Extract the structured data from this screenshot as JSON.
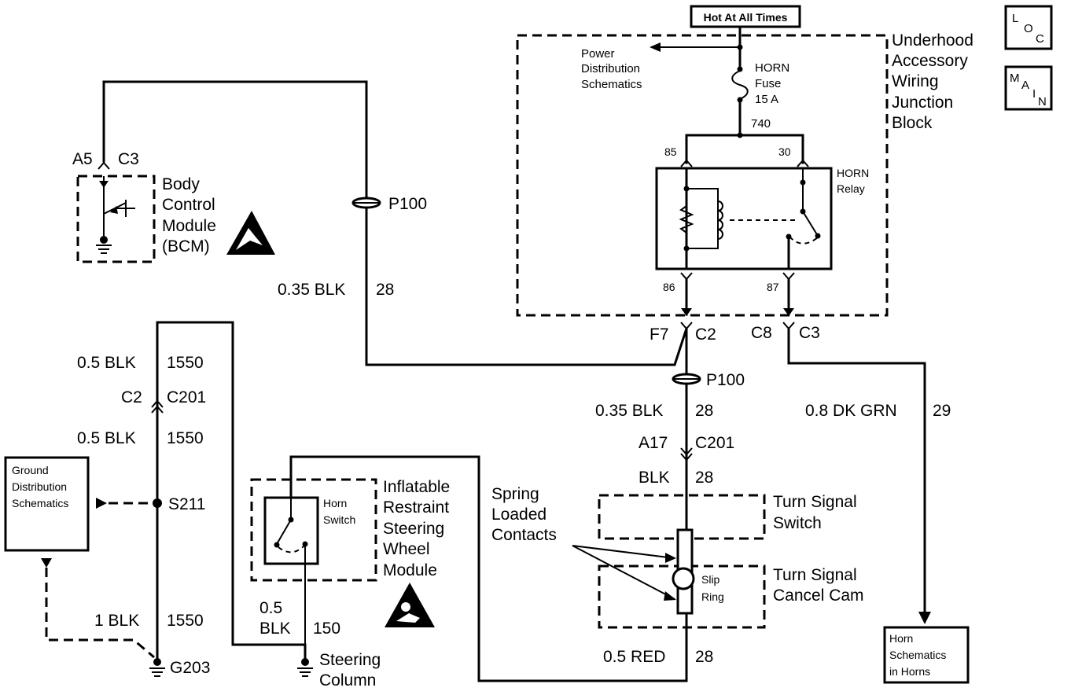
{
  "header": {
    "hot_at_all_times": "Hot At All Times"
  },
  "nav": {
    "loc_letters": [
      "L",
      "O",
      "C"
    ],
    "main_letters": [
      "M",
      "A",
      "I",
      "N"
    ]
  },
  "underhood": {
    "block_lines": [
      "Underhood",
      "Accessory",
      "Wiring",
      "Junction",
      "Block"
    ],
    "power_dist_lines": [
      "Power",
      "Distribution",
      "Schematics"
    ],
    "fuse_lines": [
      "HORN",
      "Fuse",
      "15 A"
    ],
    "circuit_740": "740",
    "pin_85": "85",
    "pin_30": "30",
    "pin_86": "86",
    "pin_87": "87",
    "relay_lines": [
      "HORN",
      "Relay"
    ]
  },
  "bcm": {
    "pin_a5": "A5",
    "conn_c3": "C3",
    "name_lines": [
      "Body",
      "Control",
      "Module",
      "(BCM)"
    ]
  },
  "wires": {
    "p100_left": "P100",
    "bcm_wire": "0.35 BLK",
    "bcm_circuit": "28",
    "f7": "F7",
    "c2_upper": "C2",
    "c8": "C8",
    "c3_lower": "C3",
    "p100_center": "P100",
    "center_wire": "0.35 BLK",
    "center_circuit": "28",
    "a17": "A17",
    "c201_center": "C201",
    "blk_wire": "BLK",
    "blk_circuit": "28",
    "dkgrn_wire": "0.8 DK GRN",
    "dkgrn_circuit": "29",
    "red_wire": "0.5 RED",
    "red_circuit": "28"
  },
  "left": {
    "wire1": "0.5 BLK",
    "circuit1": "1550",
    "c2": "C2",
    "c201": "C201",
    "wire2": "0.5 BLK",
    "circuit2": "1550",
    "ground_dist_lines": [
      "Ground",
      "Distribution",
      "Schematics"
    ],
    "s211": "S211",
    "wire3": "1 BLK",
    "circuit3": "1550",
    "g203": "G203"
  },
  "steering": {
    "horn_switch_lines": [
      "Horn",
      "Switch"
    ],
    "module_lines": [
      "Inflatable",
      "Restraint",
      "Steering",
      "Wheel",
      "Module"
    ],
    "wire_lines": [
      "0.5",
      "BLK"
    ],
    "circuit": "150",
    "column_lines": [
      "Steering",
      "Column"
    ]
  },
  "turn_signal": {
    "spring_lines": [
      "Spring",
      "Loaded",
      "Contacts"
    ],
    "switch_lines": [
      "Turn Signal",
      "Switch"
    ],
    "cancel_lines": [
      "Turn Signal",
      "Cancel Cam"
    ],
    "slip_ring_lines": [
      "Slip",
      "Ring"
    ]
  },
  "horns": {
    "lines": [
      "Horn",
      "Schematics",
      "in Horns"
    ]
  }
}
